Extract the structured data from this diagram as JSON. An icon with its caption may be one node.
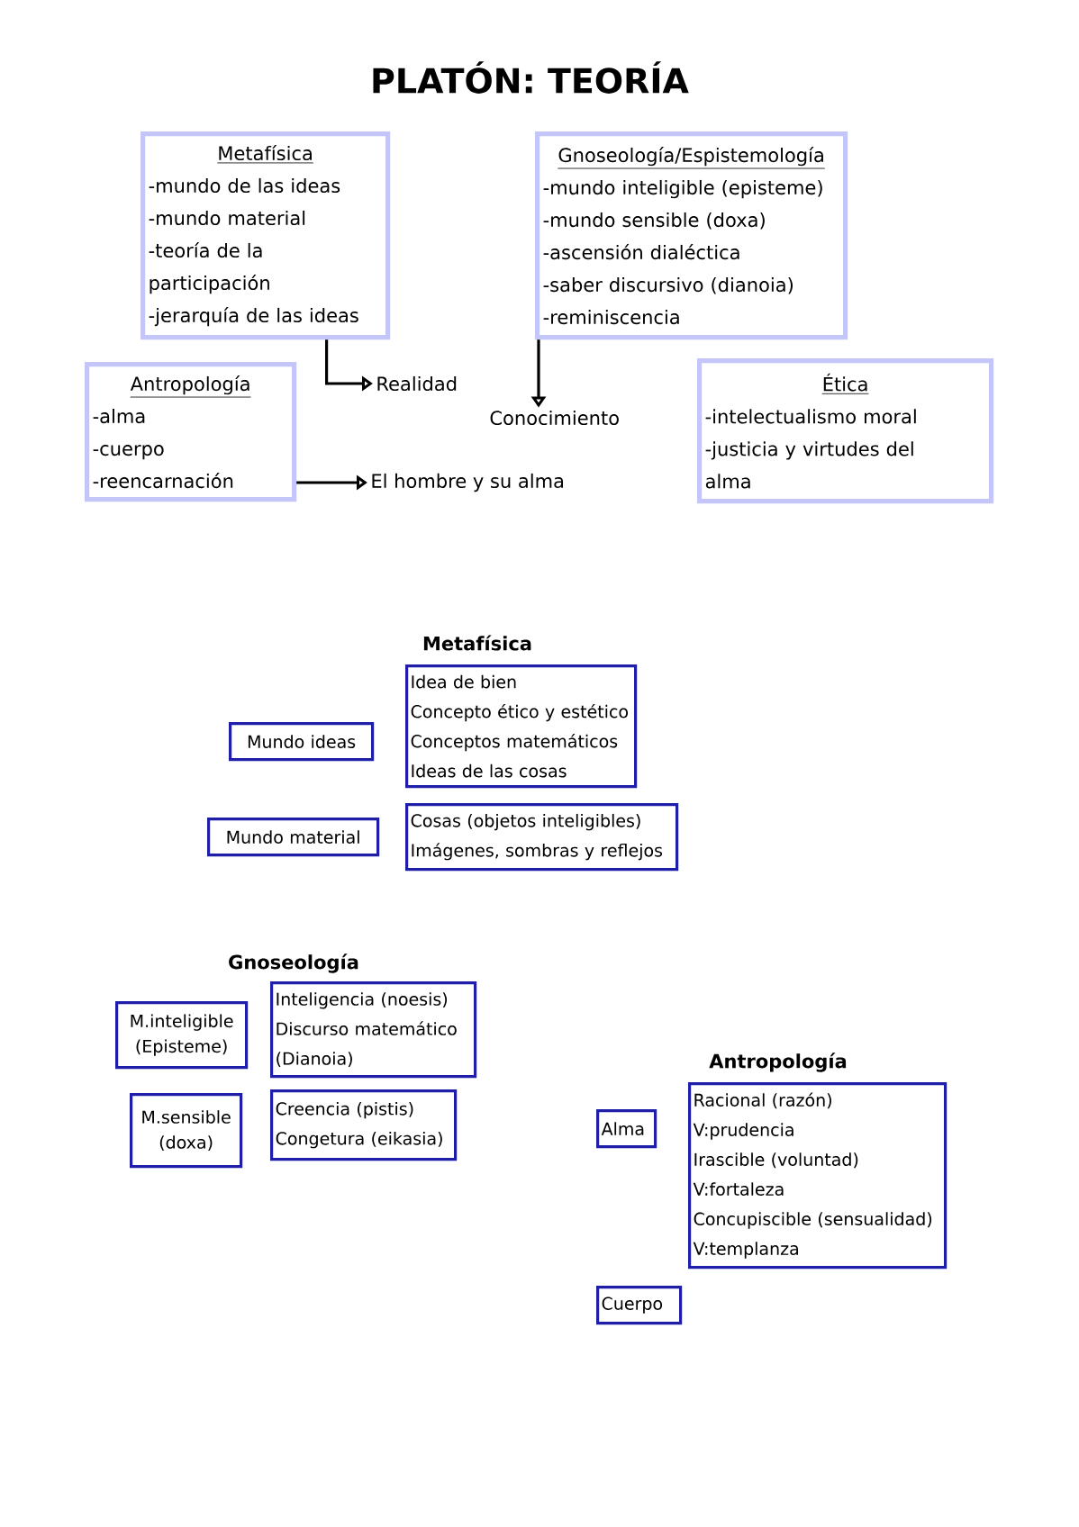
{
  "diagram": {
    "title": "PLATÓN: TEORÍA",
    "nodes": [
      {
        "text": [
          "Metafísica",
          "-mundo de las ideas",
          "-mundo material",
          "-teoría de la participación",
          "-jerarquía de las ideas"
        ]
      },
      {
        "text": [
          "Gnoseología/Espistemología",
          "-mundo inteligible (episteme)",
          "-mundo sensible (doxa)",
          "-ascensión dialéctica",
          "-saber discursivo (dianoia)",
          "-reminiscencia"
        ]
      },
      {
        "text": [
          "Antropología",
          "-alma",
          "-cuerpo",
          "-reencarnación"
        ]
      },
      {
        "text": [
          "Realidad"
        ]
      },
      {
        "text": [
          "Conocimiento"
        ]
      },
      {
        "text": [
          "Ética",
          "-intelectualismo moral",
          "-justicia y virtudes del alma"
        ]
      },
      {
        "text": [
          "El hombre y su alma"
        ]
      },
      {
        "text": [
          "Mundo ideas"
        ]
      },
      {
        "text": [
          "Idea de bien",
          "Concepto ético y estético",
          "Conceptos matemáticos",
          "Ideas de las cosas"
        ]
      },
      {
        "text": [
          "Mundo material"
        ]
      },
      {
        "text": [
          "Cosas (objetos inteligibles)",
          "Imágenes, sombras y reflejos"
        ]
      },
      {
        "text": [
          "M.inteligible (Episteme)"
        ]
      },
      {
        "text": [
          "Inteligencia (noesis)",
          "Discurso matemático (Dianoia)"
        ]
      },
      {
        "text": [
          "M.sensible (doxa)"
        ]
      },
      {
        "text": [
          "Creencia (pistis)",
          "Congetura (eikasia)"
        ]
      },
      {
        "text": [
          "Alma"
        ]
      },
      {
        "text": [
          "Racional (razón)",
          "V:prudencia",
          "Irascible (voluntad)",
          "V:fortaleza",
          "Concupiscible (sensualidad)",
          "V:templanza"
        ]
      },
      {
        "text": [
          "Cuerpo"
        ]
      }
    ],
    "edges": [
      {
        "from": 0,
        "to": 3,
        "arrow": "to"
      },
      {
        "from": 1,
        "to": 4,
        "arrow": "to"
      },
      {
        "from": 2,
        "to": 6,
        "arrow": "to"
      }
    ],
    "labels": [
      "Metafísica",
      "Gnoseología",
      "Antropología"
    ]
  }
}
